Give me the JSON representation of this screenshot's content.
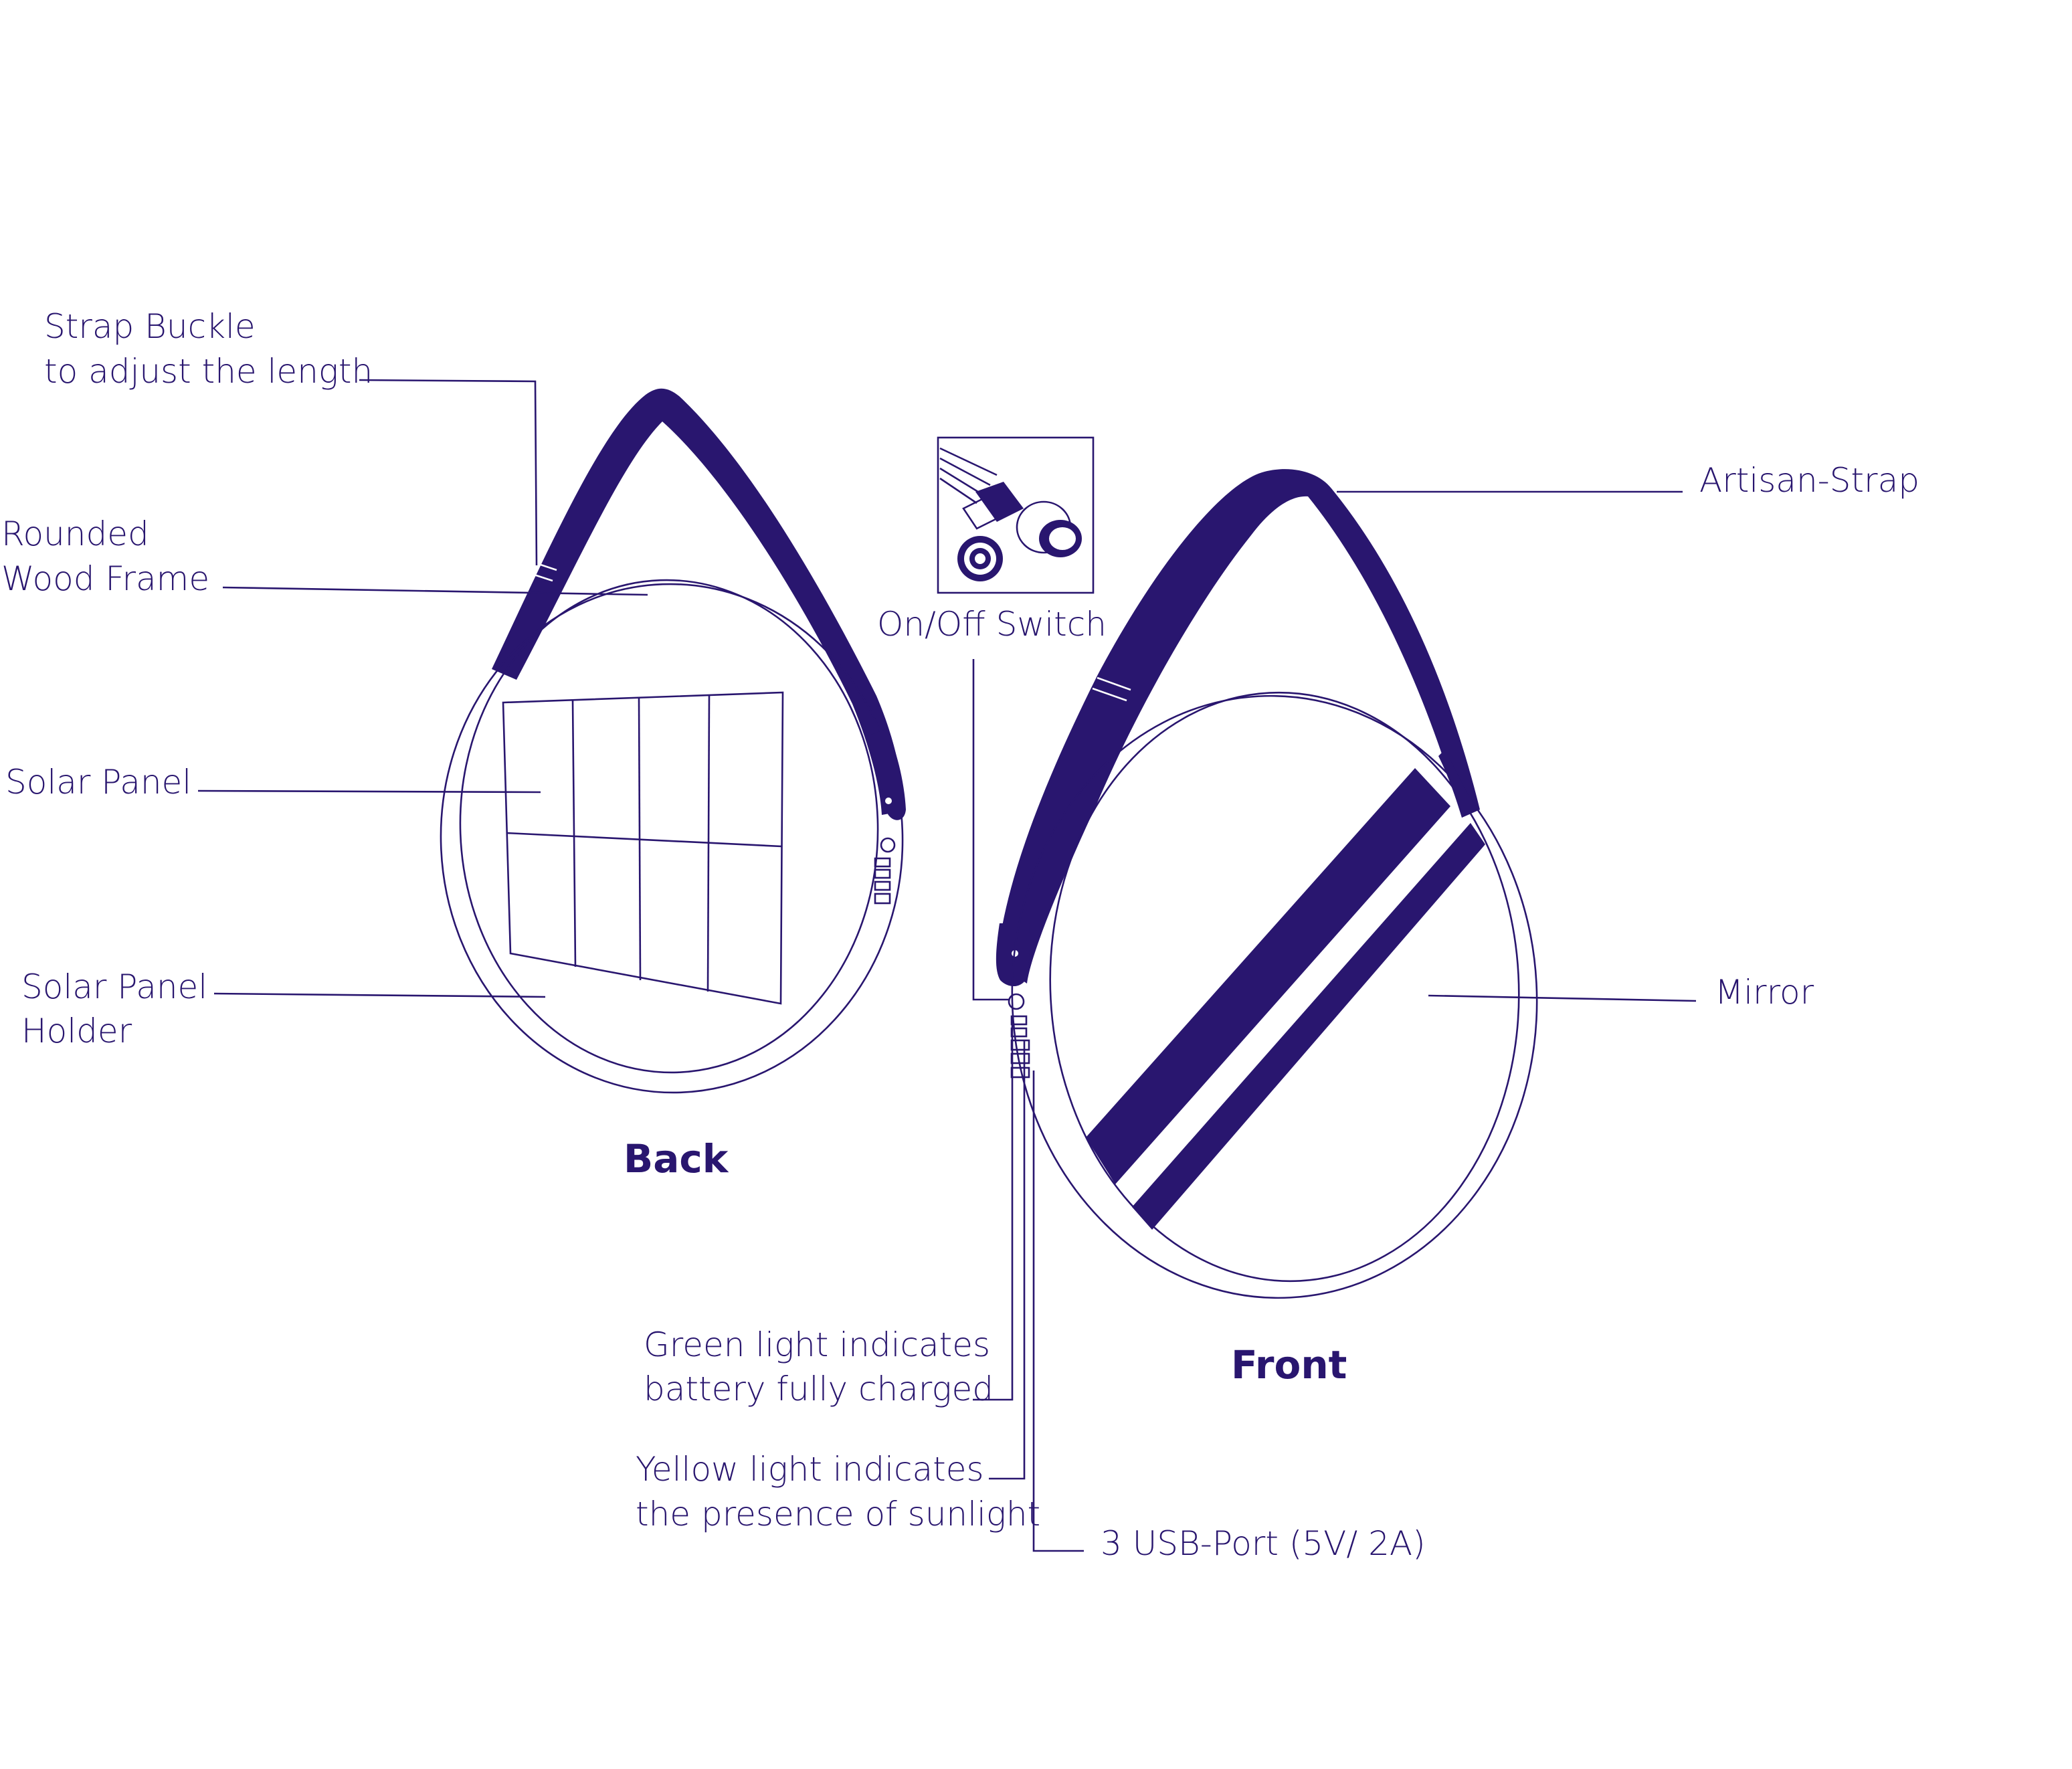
{
  "colors": {
    "ink": "#29166f",
    "background": "#ffffff"
  },
  "labels": {
    "strap_buckle_1": "Strap Buckle",
    "strap_buckle_2": "to adjust the length",
    "rounded_wood_frame_1": "Rounded",
    "rounded_wood_frame_2": "Wood Frame",
    "solar_panel": "Solar Panel",
    "solar_panel_holder_1": "Solar Panel",
    "solar_panel_holder_2": "Holder",
    "on_off_switch": "On/Off Switch",
    "artisan_strap": "Artisan-Strap",
    "mirror": "Mirror",
    "green_light_1": "Green light indicates",
    "green_light_2": "battery fully charged",
    "yellow_light_1": "Yellow light indicates",
    "yellow_light_2": "the presence of sunlight",
    "usb_port": "3 USB-Port (5V/ 2A)"
  },
  "views": {
    "back": "Back",
    "front": "Front"
  },
  "icons": [
    "switch-detail-icon"
  ]
}
